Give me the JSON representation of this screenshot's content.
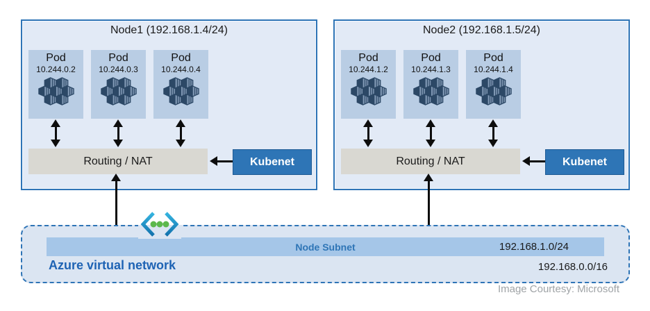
{
  "nodes": [
    {
      "title": "Node1 (192.168.1.4/24)",
      "pods": [
        {
          "label": "Pod",
          "ip": "10.244.0.2"
        },
        {
          "label": "Pod",
          "ip": "10.244.0.3"
        },
        {
          "label": "Pod",
          "ip": "10.244.0.4"
        }
      ],
      "routing": "Routing / NAT",
      "kubenet": "Kubenet"
    },
    {
      "title": "Node2 (192.168.1.5/24)",
      "pods": [
        {
          "label": "Pod",
          "ip": "10.244.1.2"
        },
        {
          "label": "Pod",
          "ip": "10.244.1.3"
        },
        {
          "label": "Pod",
          "ip": "10.244.1.4"
        }
      ],
      "routing": "Routing / NAT",
      "kubenet": "Kubenet"
    }
  ],
  "virtual_network": {
    "label": "Azure virtual network",
    "cidr": "192.168.0.0/16",
    "subnet": {
      "label": "Node Subnet",
      "cidr": "192.168.1.0/24"
    }
  },
  "credit": "Image Courtesy: Microsoft",
  "icons": {
    "pod": "containers-cluster-icon",
    "vnet": "azure-virtual-network-icon"
  },
  "colors": {
    "node_border": "#2e74b6",
    "node_fill": "#e2eaf6",
    "pod_fill": "#b9cde4",
    "routing_fill": "#d9d8d2",
    "kubenet_fill": "#2e75b6",
    "subnet_bar_fill": "#a5c6e8",
    "vnet_fill": "#dbe5f2",
    "subnet_label_text": "#2e75b6",
    "vnet_title_text": "#1e63b4",
    "arrow": "#0d0d0d",
    "vnet_icon_dots": "#5cb84c"
  }
}
